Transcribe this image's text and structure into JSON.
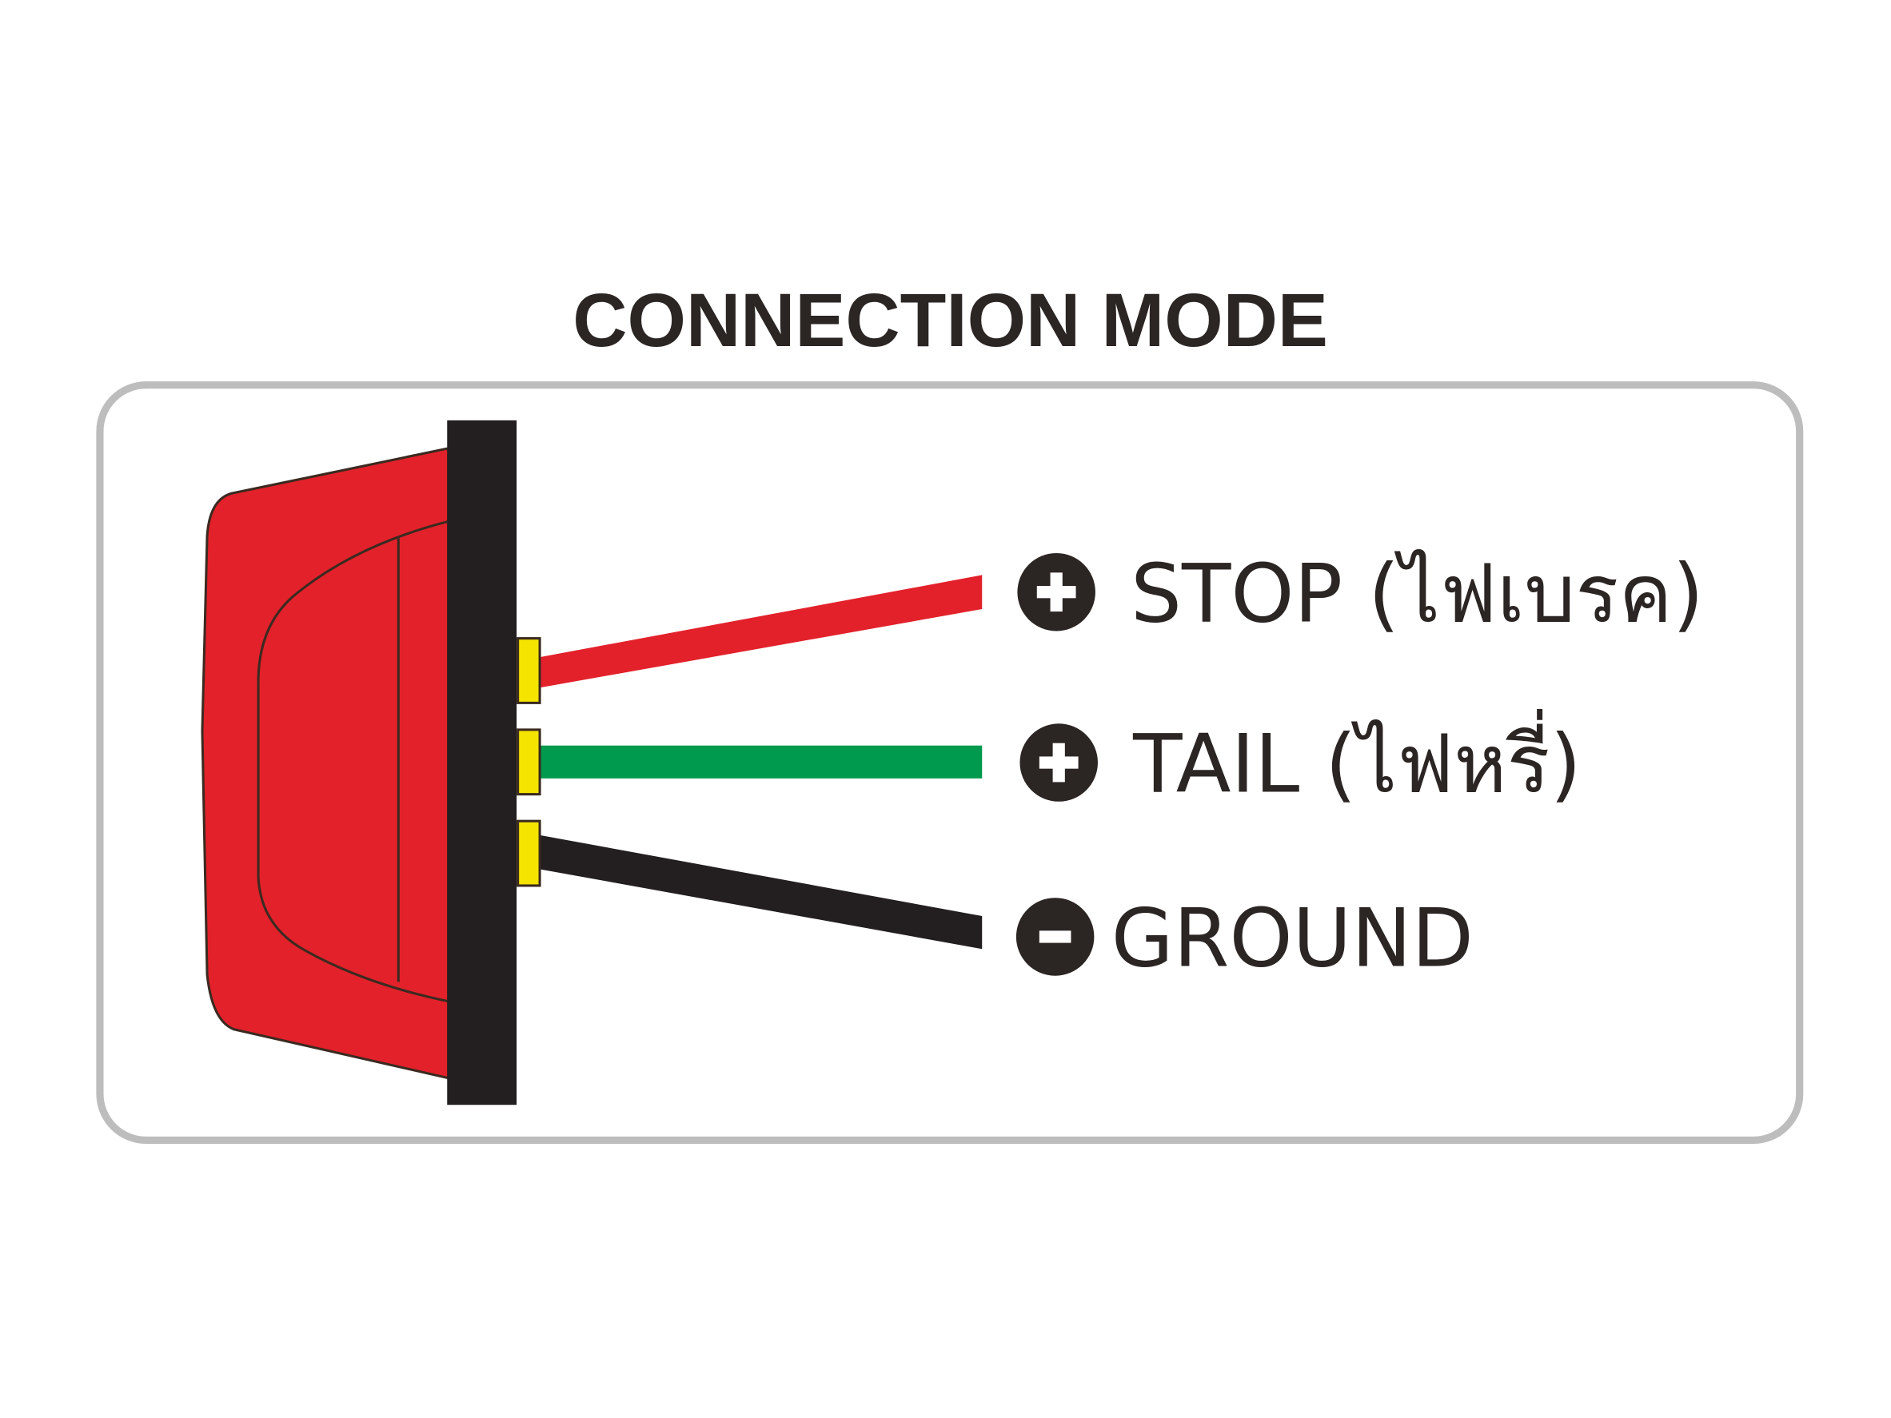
{
  "title": "CONNECTION MODE",
  "connections": [
    {
      "sign": "+",
      "label": "STOP (ไฟเบรค)",
      "wire_color": "#e3212b"
    },
    {
      "sign": "+",
      "label": "TAIL (ไฟหรี่)",
      "wire_color": "#009a4e"
    },
    {
      "sign": "-",
      "label": "GROUND",
      "wire_color": "#231f20"
    }
  ],
  "colors": {
    "lamp_body": "#e3212b",
    "mount_plate": "#231f20",
    "terminal": "#f5e400",
    "frame": "#bdbdbd"
  }
}
